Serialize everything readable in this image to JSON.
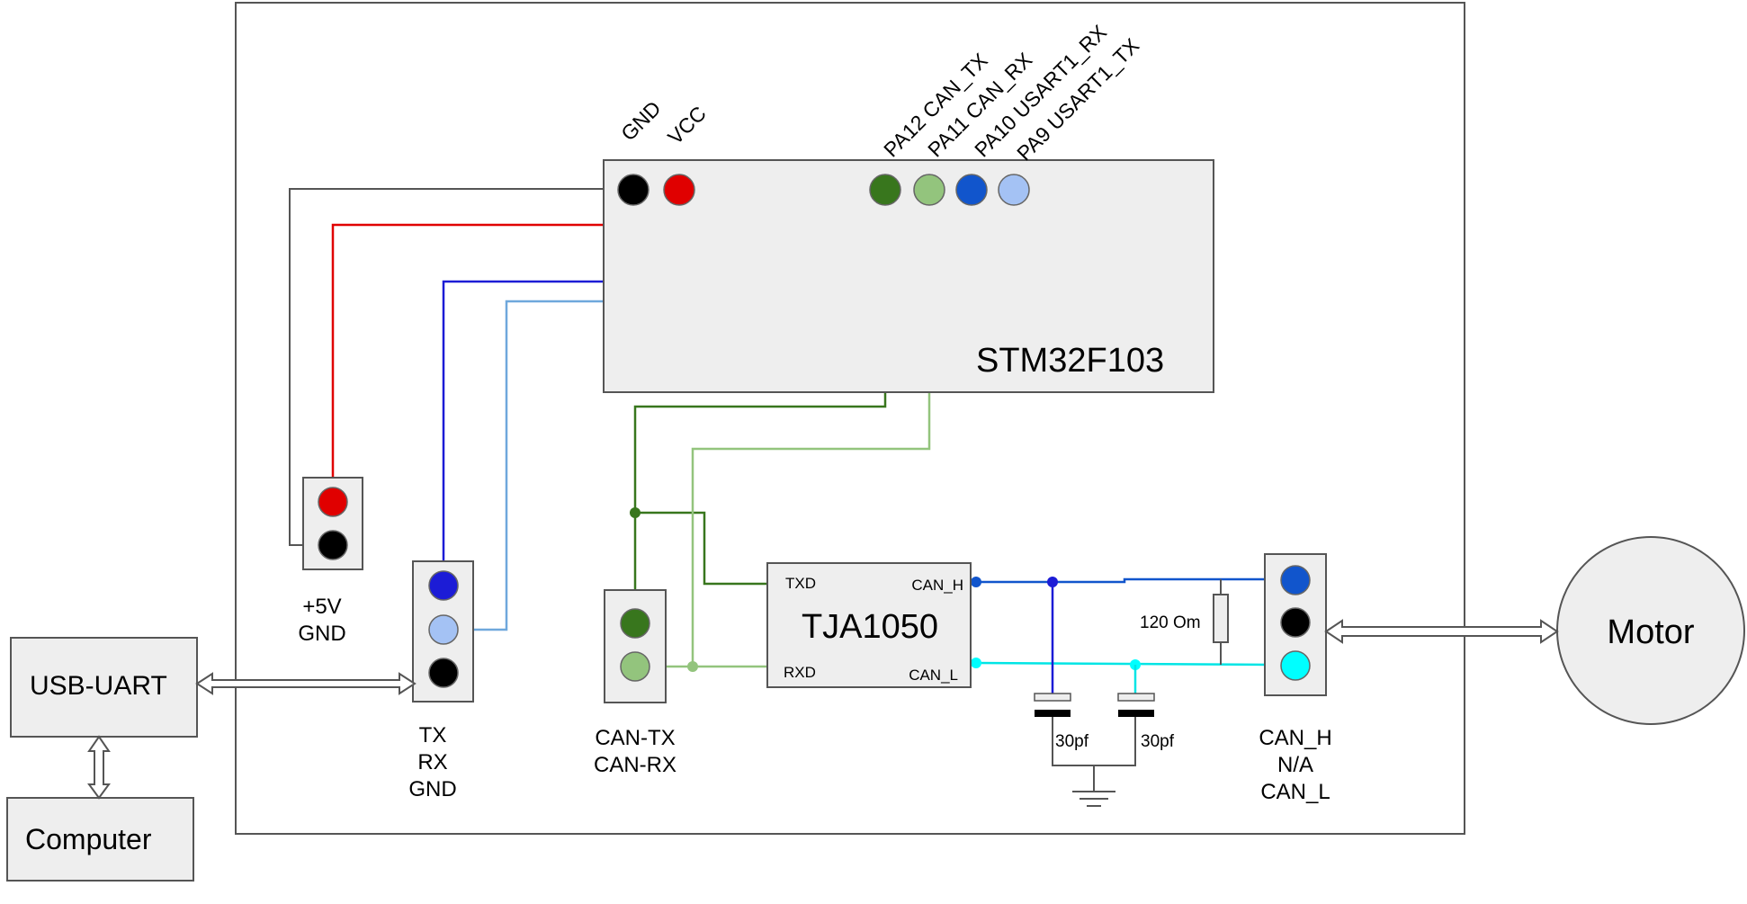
{
  "mcu": {
    "name": "STM32F103",
    "pins": [
      "GND",
      "VCC",
      "PA12 CAN_TX",
      "PA11 CAN_RX",
      "PA10 USART1_RX",
      "PA9 USART1_TX"
    ]
  },
  "transceiver": {
    "name": "TJA1050",
    "pins": {
      "txd": "TXD",
      "rxd": "RXD",
      "can_h": "CAN_H",
      "can_l": "CAN_L"
    }
  },
  "power_connector": {
    "labels": [
      "+5V",
      "GND"
    ]
  },
  "uart_connector": {
    "labels": [
      "TX",
      "RX",
      "GND"
    ]
  },
  "can_connector": {
    "labels": [
      "CAN-TX",
      "CAN-RX"
    ]
  },
  "bus_connector": {
    "labels": [
      "CAN_H",
      "N/A",
      "CAN_L"
    ]
  },
  "resistor": {
    "label": "120 Om"
  },
  "capacitors": [
    "30pf",
    "30pf"
  ],
  "external": {
    "usb_uart": "USB-UART",
    "computer": "Computer",
    "motor": "Motor"
  },
  "colors": {
    "gnd": "#000000",
    "vcc": "#e00000",
    "can_tx": "#38761d",
    "can_rx": "#93c47d",
    "usart_rx": "#1155cc",
    "usart_tx": "#a4c2f4",
    "can_h": "#1155cc",
    "can_l": "#00ffff"
  }
}
